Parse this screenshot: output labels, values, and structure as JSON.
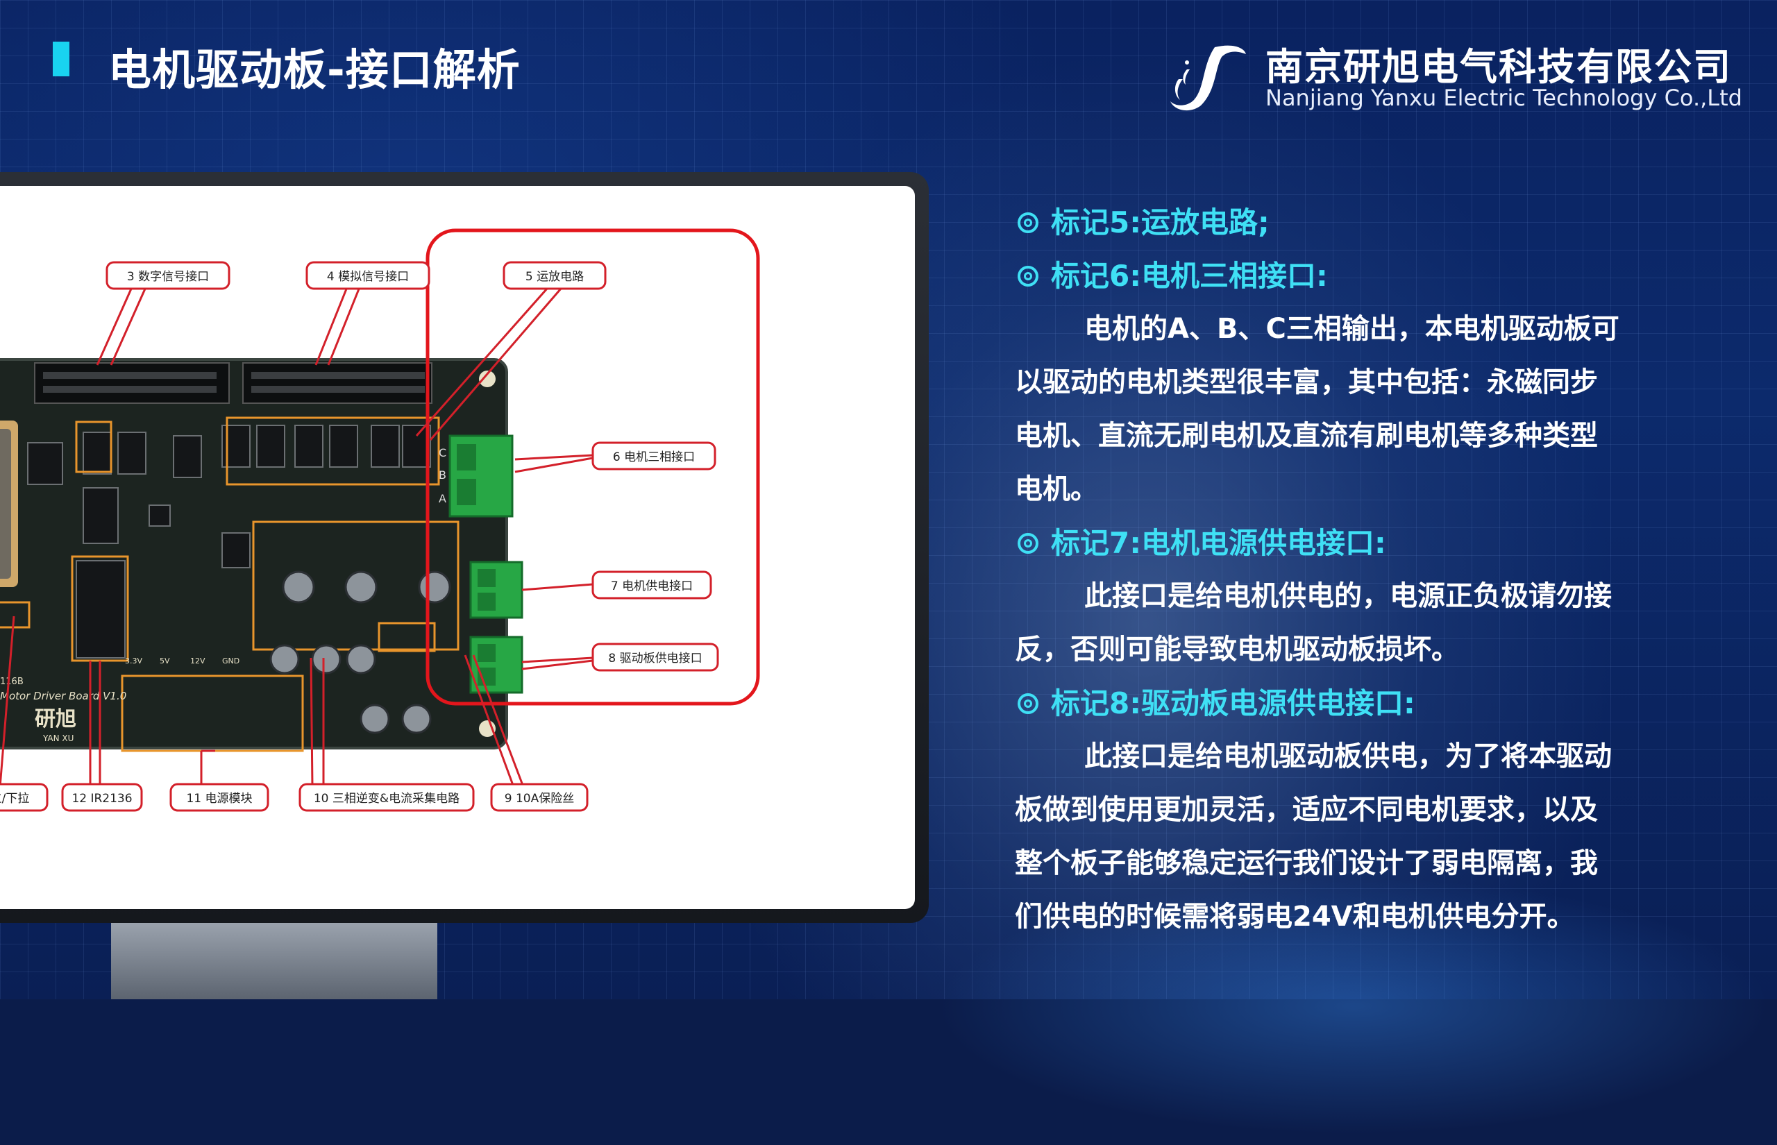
{
  "header": {
    "title": "电机驱动板-接口解析",
    "company_cn": "南京研旭电气科技有限公司",
    "company_en": "Nanjiang Yanxu Electric Technology Co.,Ltd"
  },
  "board": {
    "labels": {
      "l3": "3 数字信号接口",
      "l4": "4 模拟信号接口",
      "l5": "5 运放电路",
      "l6": "6 电机三相接口",
      "l7": "7 电机供电接口",
      "l8": "8 驱动板供电接口",
      "l9": "9 10A保险丝",
      "l10": "10 三相逆变&电流采集电路",
      "l11": "11 电源模块",
      "l12": "12 IR2136",
      "l13": "立/下拉"
    },
    "phase_letters": [
      "C",
      "B",
      "A"
    ],
    "rail_labels": [
      "3.3V",
      "5V",
      "12V",
      "GND"
    ],
    "silk_text": "Motor Driver Board V1.0",
    "silk_code": "116B",
    "logo_text": "研旭",
    "logo_sub": "YAN XU"
  },
  "content": {
    "mark5": "标记5:运放电路;",
    "mark6": "标记6:电机三相接口:",
    "p6": [
      "电机的A、B、C三相输出，本电机驱动板可",
      "以驱动的电机类型很丰富，其中包括：永磁同步",
      "电机、直流无刷电机及直流有刷电机等多种类型",
      "电机。"
    ],
    "mark7": "标记7:电机电源供电接口:",
    "p7": [
      "此接口是给电机供电的，电源正负极请勿接",
      "反，否则可能导致电机驱动板损坏。"
    ],
    "mark8": "标记8:驱动板电源供电接口:",
    "p8": [
      "此接口是给电机驱动板供电，为了将本驱动",
      "板做到使用更加灵活，适应不同电机要求，以及",
      "整个板子能够稳定运行我们设计了弱电隔离，我",
      "们供电的时候需将弱电24V和电机供电分开。"
    ]
  },
  "colors": {
    "accent": "#19d3f0",
    "mark_text": "#3fe0f5",
    "highlight_box": "#e3161c",
    "pcb": "#1c2420",
    "connector": "#27a745"
  }
}
